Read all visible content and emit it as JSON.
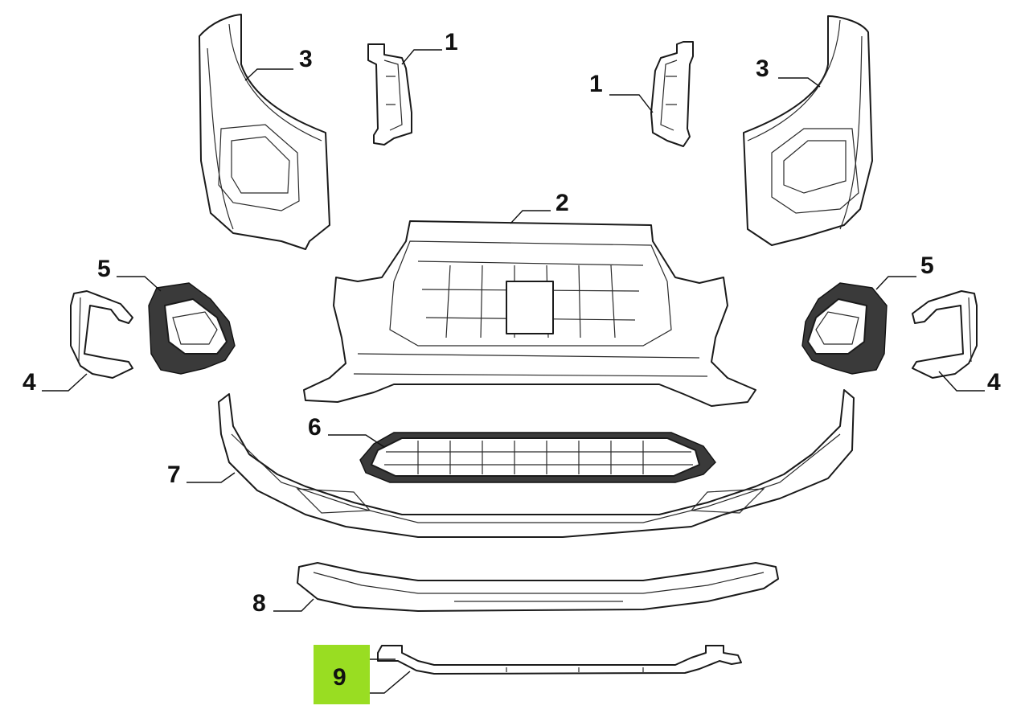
{
  "callouts": [
    {
      "id": "left-bracket",
      "label": "1"
    },
    {
      "id": "right-bracket",
      "label": "1"
    },
    {
      "id": "center-frame",
      "label": "2"
    },
    {
      "id": "left-corner",
      "label": "3"
    },
    {
      "id": "right-corner",
      "label": "3"
    },
    {
      "id": "left-fog-bezel",
      "label": "4"
    },
    {
      "id": "right-fog-bezel",
      "label": "4"
    },
    {
      "id": "left-fog-housing",
      "label": "5"
    },
    {
      "id": "right-fog-housing",
      "label": "5"
    },
    {
      "id": "grille",
      "label": "6"
    },
    {
      "id": "lower-bumper",
      "label": "7"
    },
    {
      "id": "skid-plate",
      "label": "8"
    },
    {
      "id": "lower-strip",
      "label": "9"
    }
  ],
  "highlight": {
    "color": "#99dd22",
    "callout": "9"
  }
}
